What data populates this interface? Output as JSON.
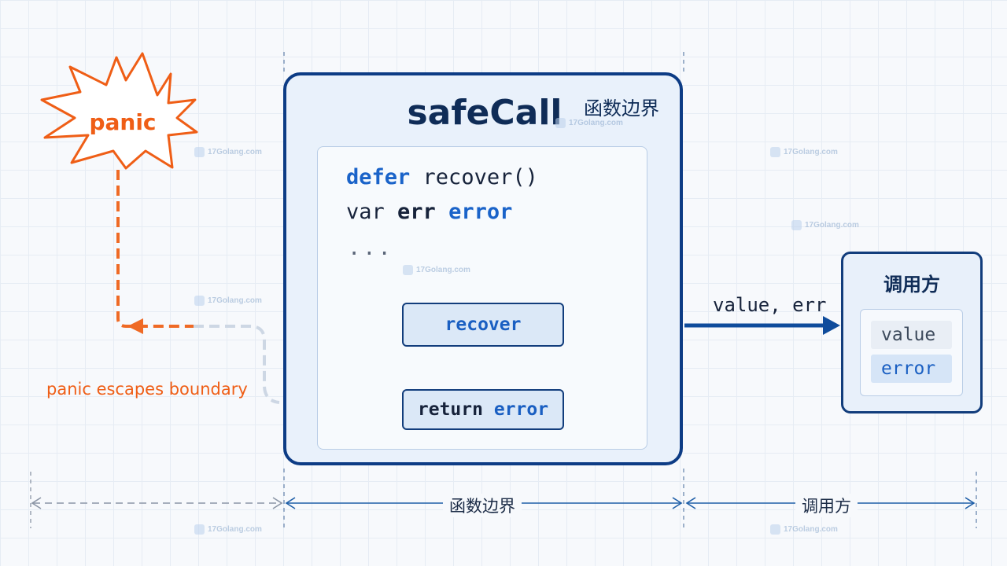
{
  "diagram": {
    "function": {
      "title": "safeCall",
      "boundary_tag": "函数边界",
      "code_lines": [
        {
          "keyword": "defer",
          "rest": "recover()"
        },
        {
          "plain": "var ",
          "bold": "err ",
          "type": "error"
        },
        {
          "ellipsis": "..."
        }
      ],
      "steps": {
        "recover": "recover",
        "return_word": "return",
        "return_type": "error"
      }
    },
    "panic": {
      "label": "panic",
      "escape_text": "panic escapes boundary"
    },
    "return_arrow_label": "value, err",
    "caller": {
      "title": "调用方",
      "slots": [
        "value",
        "error"
      ]
    },
    "dimension": {
      "function_boundary": "函数边界",
      "caller": "调用方"
    },
    "watermark": "17Golang.com",
    "colors": {
      "navy": "#0d3c85",
      "accent_blue": "#1a63c9",
      "panic_orange": "#ef5e16",
      "grid": "#e6ecf4"
    }
  }
}
